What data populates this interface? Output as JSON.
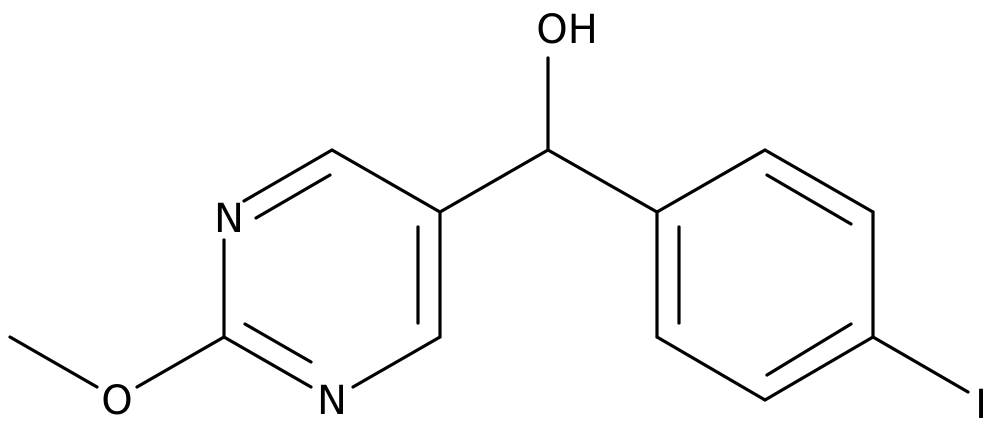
{
  "structure": {
    "atoms": {
      "hydroxyl": "OH",
      "nitrogen_top": "N",
      "nitrogen_bottom": "N",
      "methoxy_oxygen": "O",
      "iodine": "I"
    },
    "colors": {
      "bond": "#000000",
      "label": "#000000",
      "background": "#ffffff"
    }
  }
}
